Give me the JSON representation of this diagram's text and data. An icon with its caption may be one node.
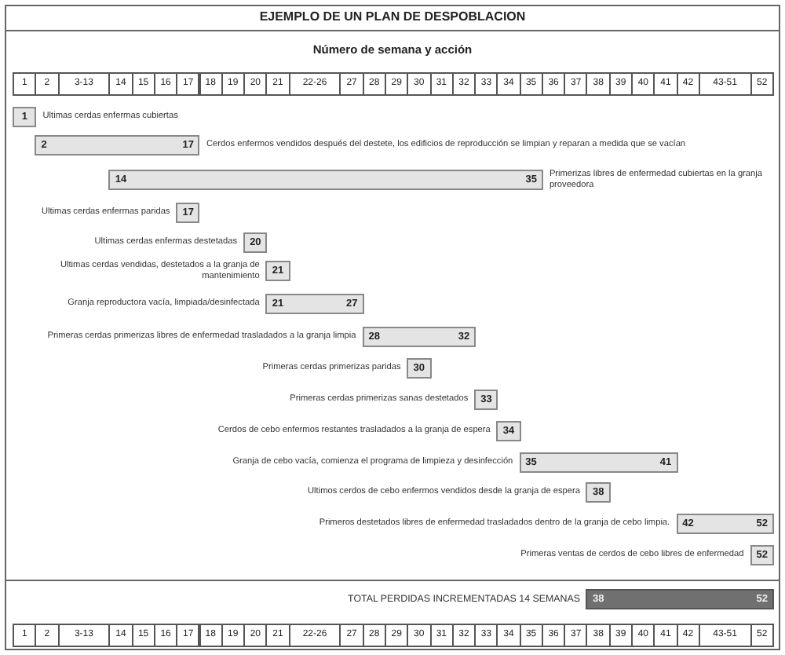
{
  "diagram": {
    "title": "EJEMPLO DE UN PLAN DE DESPOBLACION",
    "nodes": [
      {
        "text": [
          "1"
        ],
        "beside": [
          "Ultimas cerdas enfermas cubiertas"
        ]
      },
      {
        "text": [
          "2",
          "17"
        ],
        "beside": [
          "Cerdos enfermos vendidos después del destete, los edificios de reproducción se limpian y reparan a medida que se vacían"
        ]
      },
      {
        "text": [
          "14",
          "35"
        ],
        "beside": [
          "Primerizas libres de enfermedad cubiertas en la granja proveedora"
        ]
      },
      {
        "text": [
          "17"
        ],
        "beside": [
          "Ultimas cerdas enfermas paridas"
        ]
      },
      {
        "text": [
          "20"
        ],
        "beside": [
          "Ultimas cerdas enfermas destetadas"
        ]
      },
      {
        "text": [
          "21"
        ],
        "beside": [
          "Ultimas cerdas vendidas, destetados a la granja de mantenimiento"
        ]
      },
      {
        "text": [
          "21",
          "27"
        ],
        "beside": [
          "Granja reproductora vacía, limpiada/desinfectada"
        ]
      },
      {
        "text": [
          "28",
          "32"
        ],
        "beside": [
          "Primeras cerdas primerizas libres de enfermedad trasladados a la granja limpia"
        ]
      },
      {
        "text": [
          "30"
        ],
        "beside": [
          "Primeras cerdas primerizas paridas"
        ]
      },
      {
        "text": [
          "33"
        ],
        "beside": [
          "Primeras cerdas primerizas sanas destetados"
        ]
      },
      {
        "text": [
          "34"
        ],
        "beside": [
          "Cerdos de cebo enfermos restantes trasladados a la granja de espera"
        ]
      },
      {
        "text": [
          "35",
          "41"
        ],
        "beside": [
          "Granja de cebo vacía, comienza el programa de limpieza y desinfección"
        ]
      },
      {
        "text": [
          "38"
        ],
        "beside": [
          "Ultimos cerdos de cebo enfermos vendidos desde la granja de espera"
        ]
      },
      {
        "text": [
          "42",
          "52"
        ],
        "beside": [
          "Primeros destetados libres de enfermedad trasladados dentro de la granja de cebo limpia."
        ]
      },
      {
        "text": [
          "52"
        ],
        "beside": [
          "Primeras ventas de cerdos de cebo libres de enfermedad"
        ]
      },
      {
        "text": [
          "38",
          "52"
        ],
        "beside": [
          "TOTAL PERDIDAS INCREMENTADAS 14 SEMANAS"
        ]
      }
    ],
    "labels": [
      "Número de semana y acción",
      "1",
      "2",
      "3-13",
      "14",
      "15",
      "16",
      "17",
      "18",
      "19",
      "20",
      "21",
      "22-26",
      "27",
      "28",
      "29",
      "30",
      "31",
      "32",
      "33",
      "34",
      "35",
      "36",
      "37",
      "38",
      "39",
      "40",
      "41",
      "42",
      "43-51",
      "52",
      "1",
      "2",
      "3-13",
      "14",
      "15",
      "16",
      "17",
      "18",
      "19",
      "20",
      "21",
      "22-26",
      "27",
      "28",
      "29",
      "30",
      "31",
      "32",
      "33",
      "34",
      "35",
      "36",
      "37",
      "38",
      "39",
      "40",
      "41",
      "42",
      "43-51",
      "52"
    ]
  }
}
